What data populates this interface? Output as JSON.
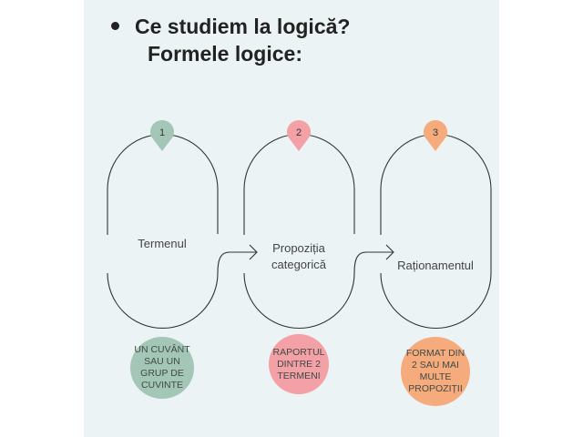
{
  "title": {
    "line1": "Ce studiem la logică?",
    "line2": "Formele logice:"
  },
  "steps": [
    {
      "number": "1",
      "label": "Termenul",
      "description": "UN CUVÂNT SAU UN GRUP DE CUVINTE",
      "color": "#a3c6b6"
    },
    {
      "number": "2",
      "label": "Propoziția categorică",
      "description": "RAPORTUL DINTRE 2 TERMENI",
      "color": "#f3a1a6"
    },
    {
      "number": "3",
      "label": "Raționamentul",
      "description": "FORMAT DIN 2 SAU MAI MULTE PROPOZIȚII",
      "color": "#f6ab7c"
    }
  ]
}
